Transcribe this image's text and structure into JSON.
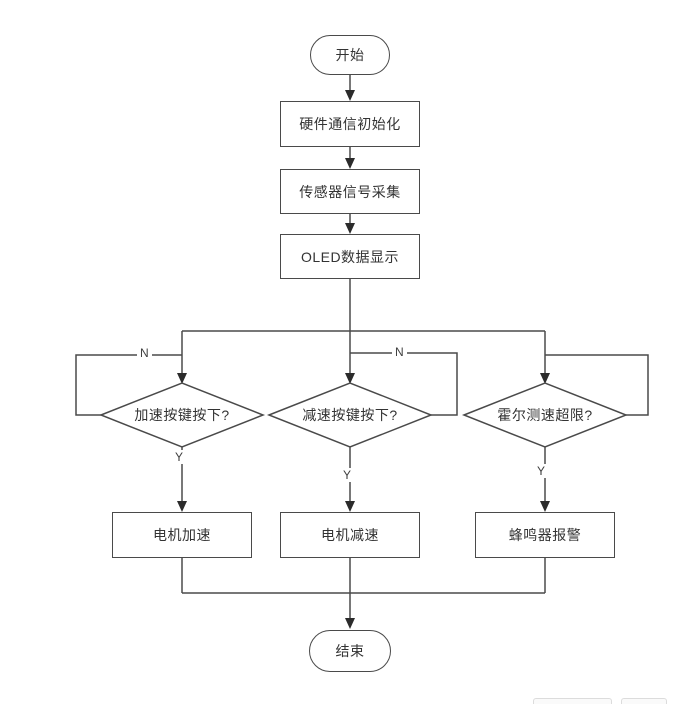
{
  "flowchart": {
    "start_label": "开始",
    "init_label": "硬件通信初始化",
    "sensor_label": "传感器信号采集",
    "oled_label": "OLED数据显示",
    "accel_question": "加速按键按下?",
    "decel_question": "减速按键按下?",
    "hall_question": "霍尔测速超限?",
    "motor_accel_label": "电机加速",
    "motor_decel_label": "电机减速",
    "buzzer_label": "蜂鸣器报警",
    "end_label": "结束",
    "yes_label": "Y",
    "no_label": "N"
  },
  "colors": {
    "line": "#4a4a4a",
    "arrowhead": "#2b2b2b",
    "text": "#333333",
    "node_fill": "#ffffff",
    "canvas_background": "#ffffff",
    "cropped_button_border": "#dcdcdc"
  }
}
